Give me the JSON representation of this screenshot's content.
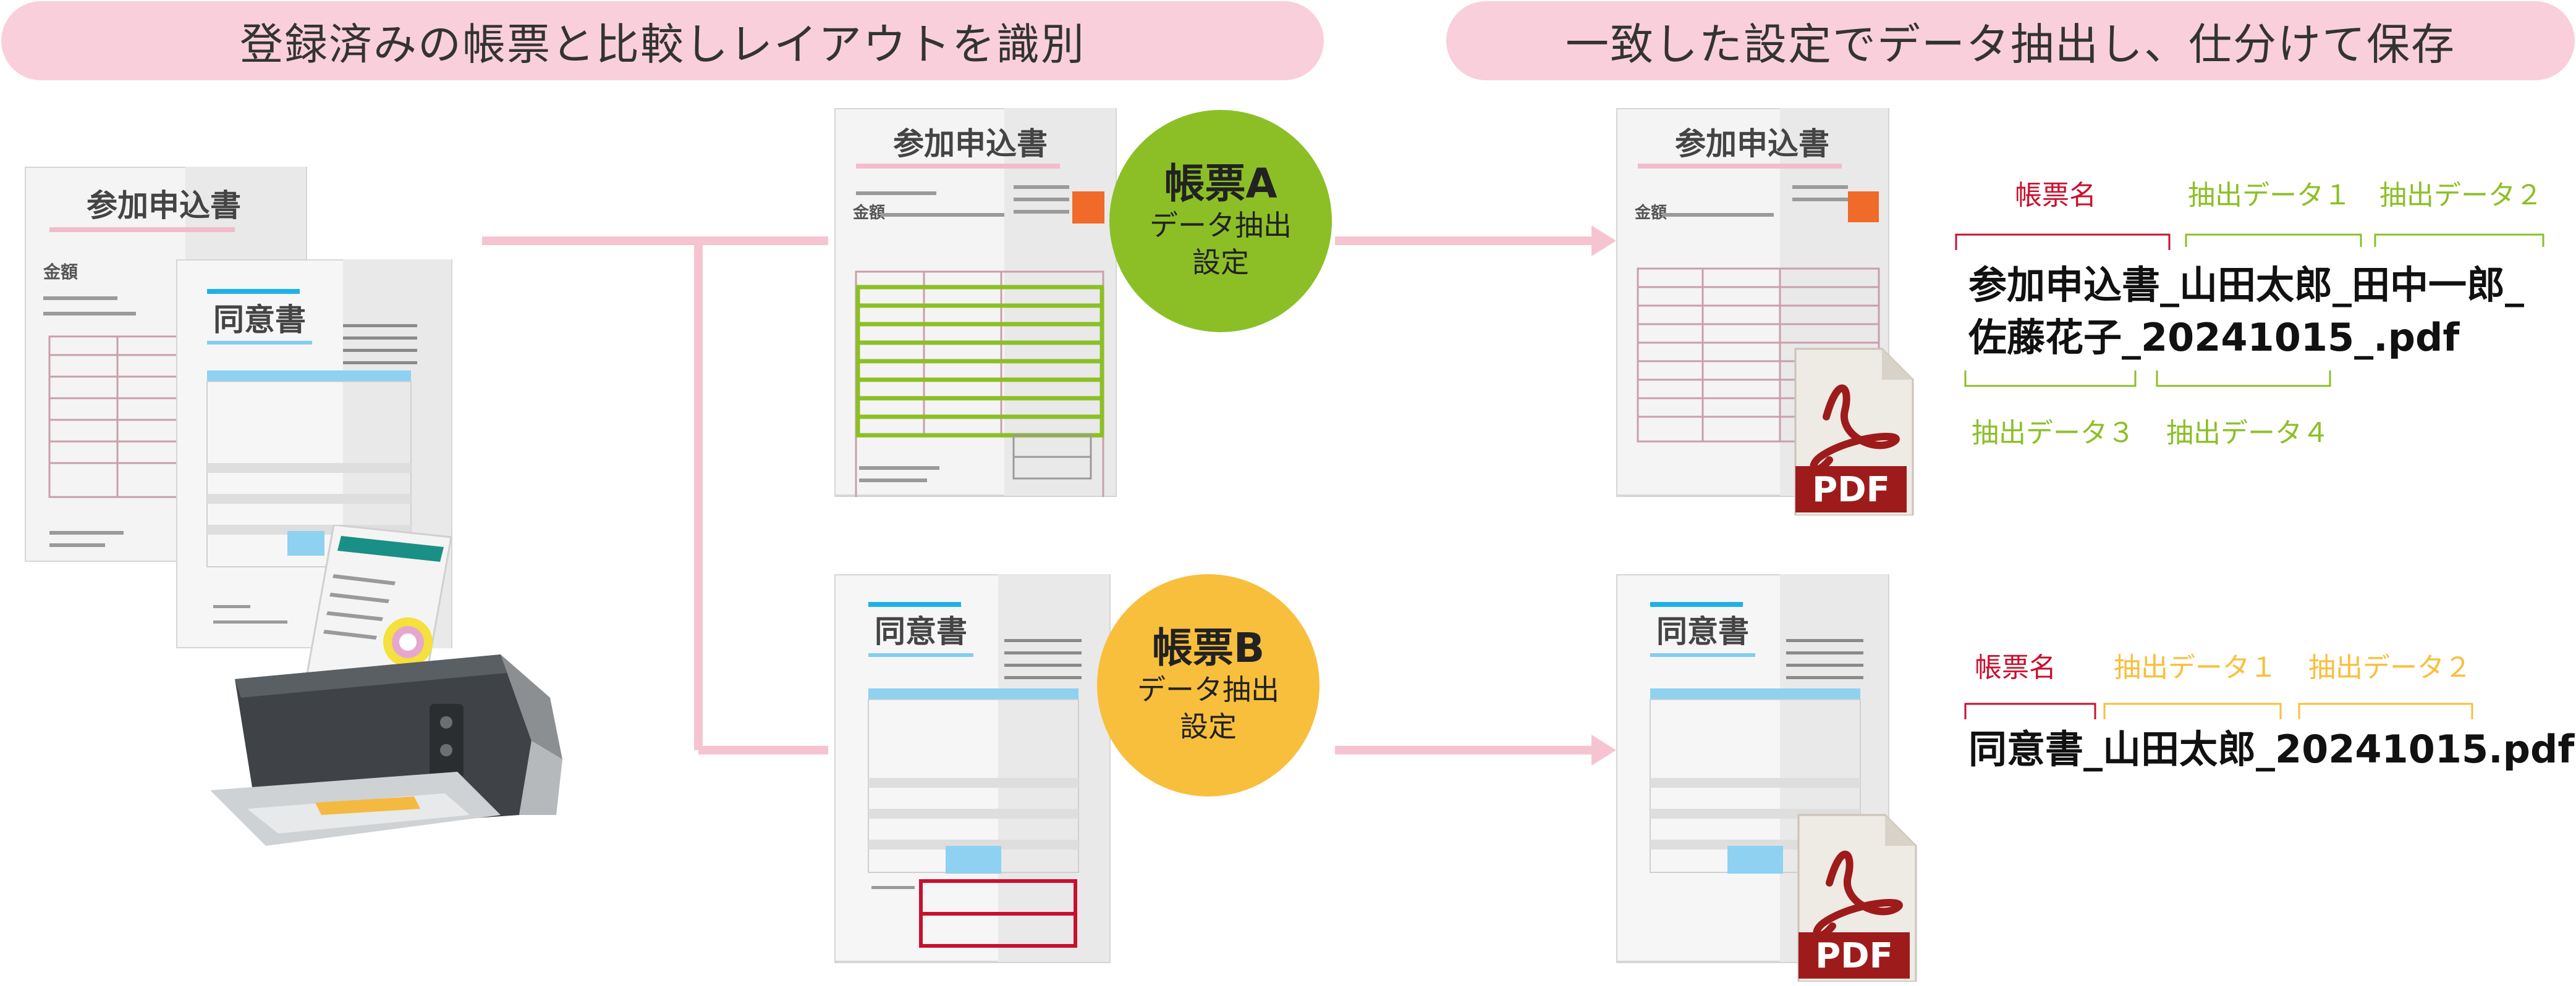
{
  "header": {
    "left_title": "登録済みの帳票と比較しレイアウトを識別",
    "right_title": "一致した設定でデータ抽出し、仕分けて保存"
  },
  "documents": {
    "application_title": "参加申込書",
    "consent_title": "同意書",
    "amount_label": "金額"
  },
  "settings": {
    "a": {
      "name": "帳票A",
      "line1": "データ抽出",
      "line2": "設定",
      "color": "#8cbf26"
    },
    "b": {
      "name": "帳票B",
      "line1": "データ抽出",
      "line2": "設定",
      "color": "#f8bf3c"
    }
  },
  "pdf_label": "PDF",
  "output_a": {
    "line1": "参加申込書_山田太郎_田中一郎_",
    "line2": "佐藤花子_20241015_.pdf",
    "label_form_name": "帳票名",
    "label_data1": "抽出データ１",
    "label_data2": "抽出データ２",
    "label_data3": "抽出データ３",
    "label_data4": "抽出データ４"
  },
  "output_b": {
    "line1": "同意書_山田太郎_20241015.pdf",
    "label_form_name": "帳票名",
    "label_data1": "抽出データ１",
    "label_data2": "抽出データ２"
  },
  "colors": {
    "header_pill": "#f9cfdb",
    "connector": "#f6c4d1",
    "form_name_red": "#c8102e",
    "extract_green": "#8cbf26",
    "extract_orange": "#f8bf3c",
    "pdf_red": "#9e1b1b",
    "consent_blue": "#1fb1e6"
  }
}
